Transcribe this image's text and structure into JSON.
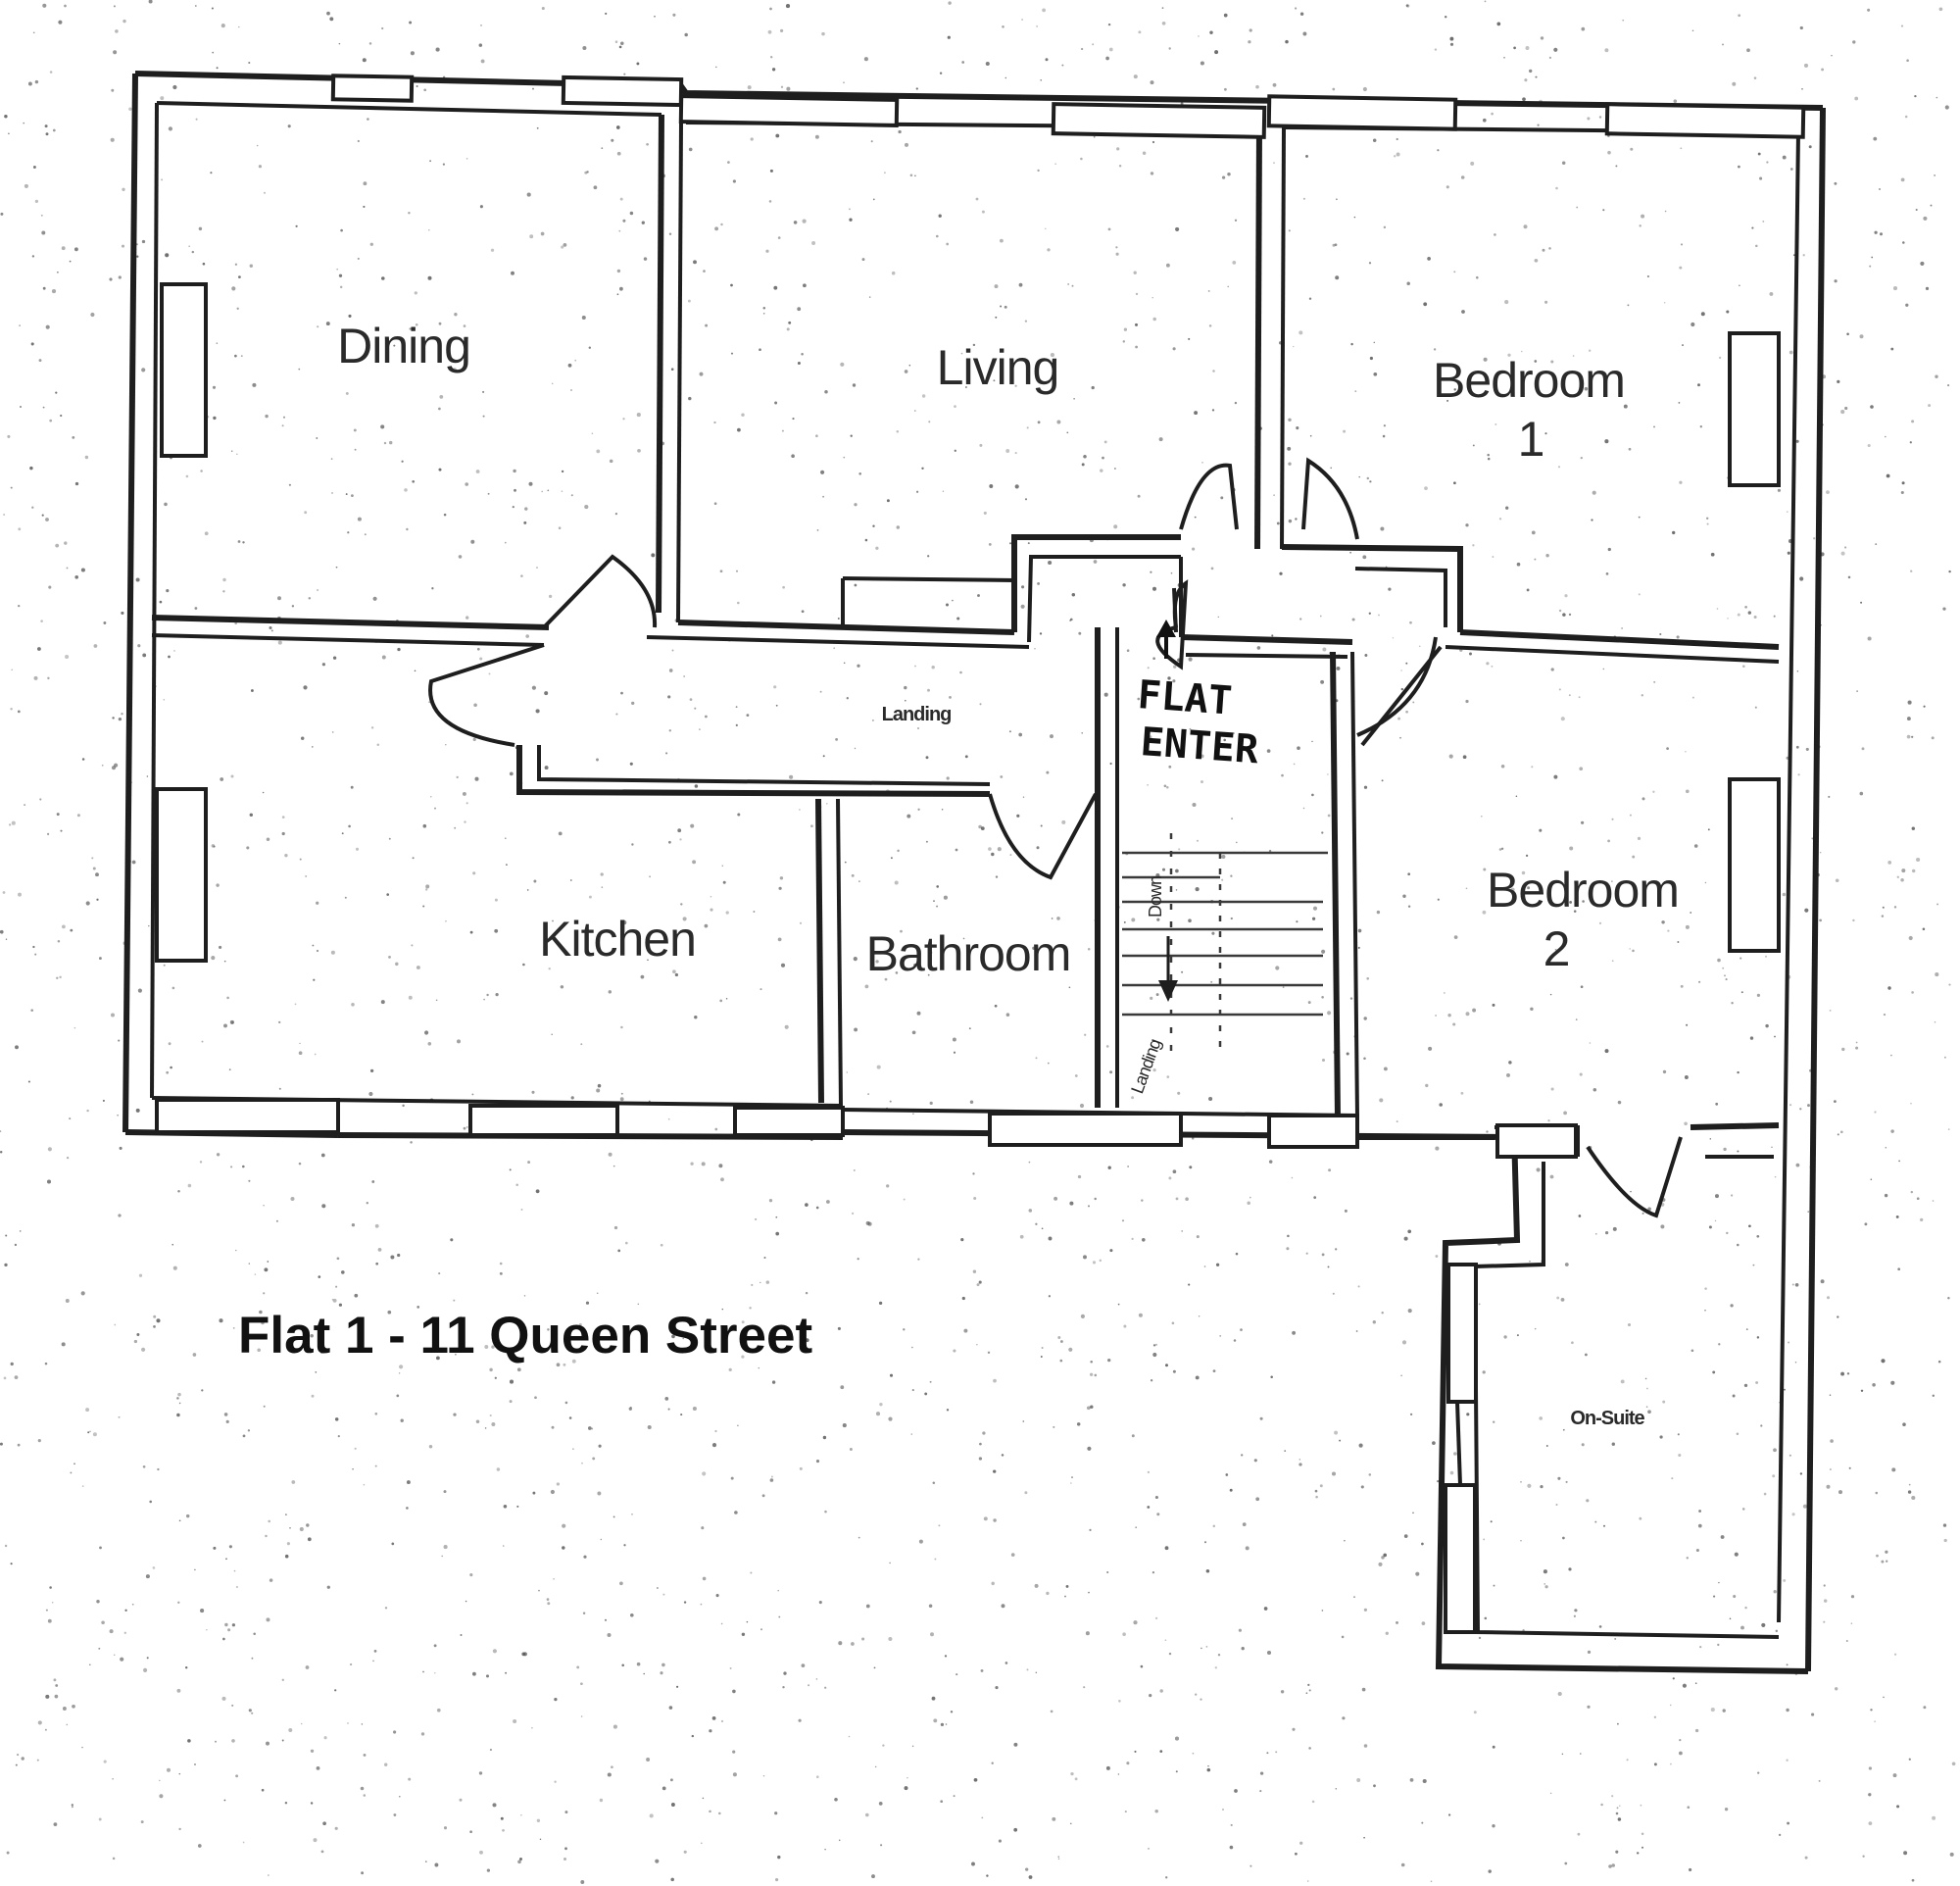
{
  "rooms": {
    "dining": "Dining",
    "living": "Living",
    "bedroom1": "Bedroom",
    "bedroom1_number": "1",
    "kitchen": "Kitchen",
    "bathroom": "Bathroom",
    "bedroom2": "Bedroom",
    "bedroom2_number": "2",
    "landing_main": "Landing",
    "landing_stairs": "Landing",
    "stairs_down": "Down",
    "ensuite": "On-Suite"
  },
  "annotation": {
    "line1": "FLAT",
    "line2": "ENTER"
  },
  "title": "Flat 1 - 11 Queen Street"
}
